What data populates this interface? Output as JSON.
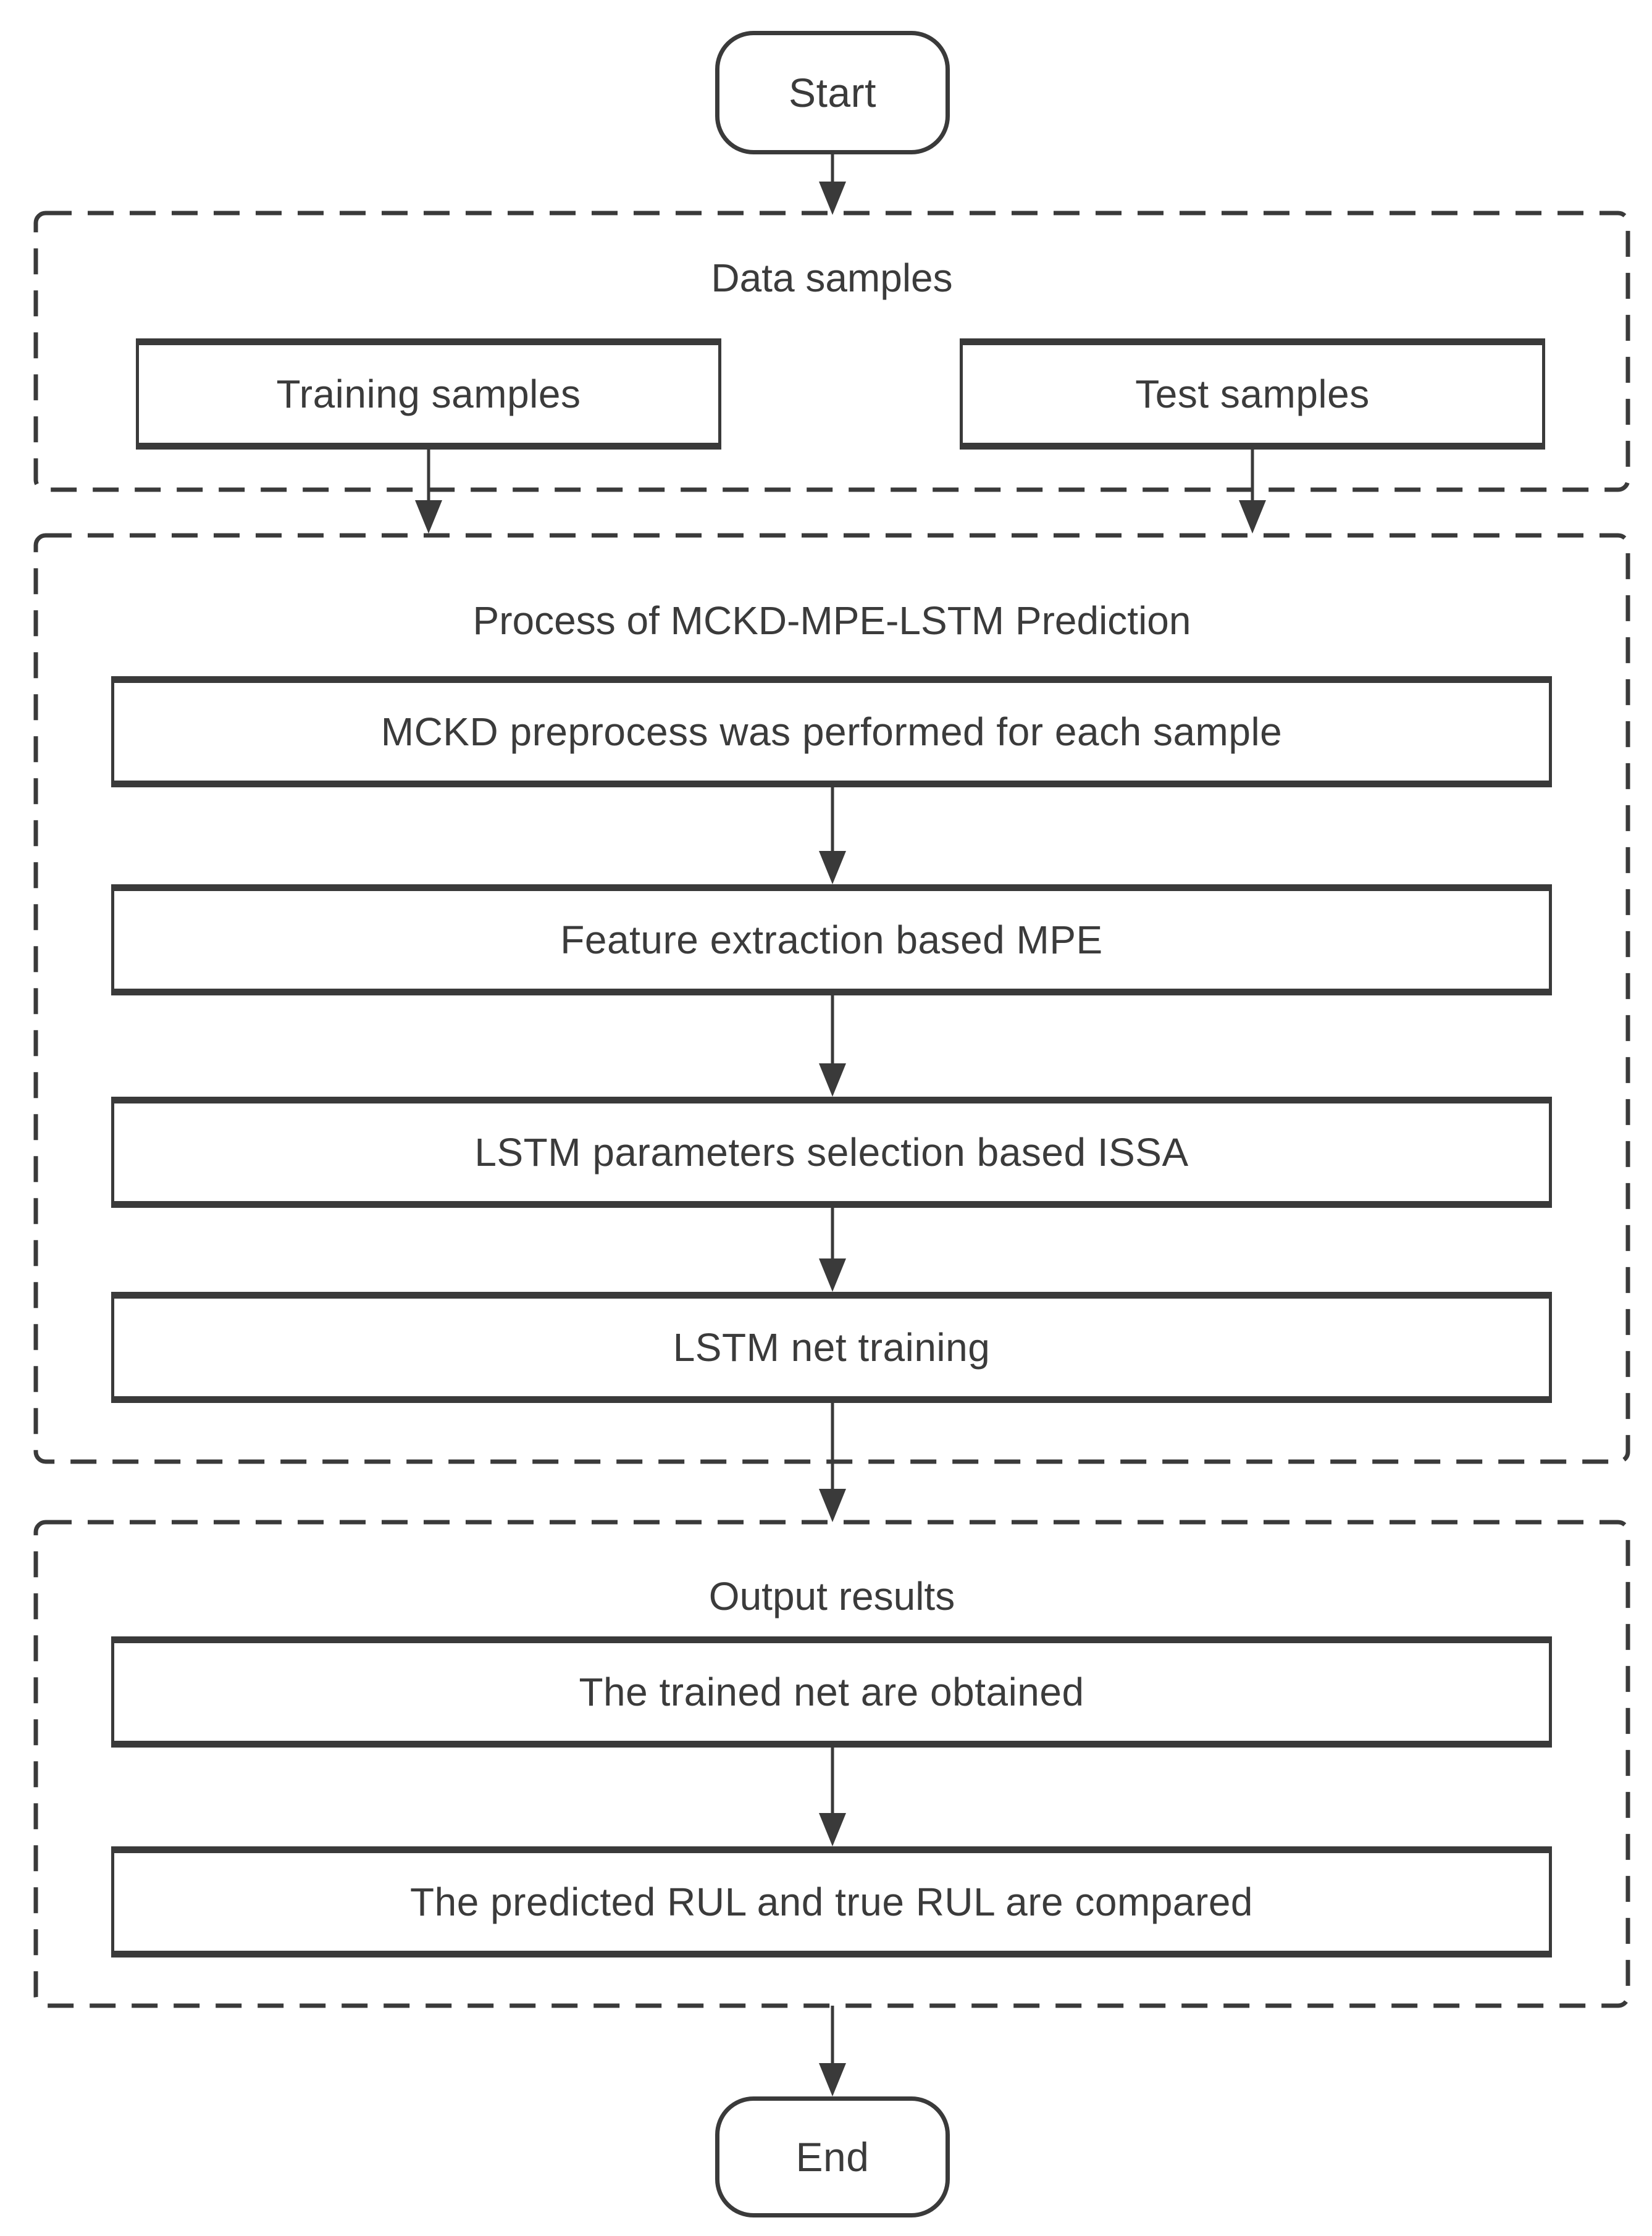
{
  "diagram": {
    "type": "flowchart",
    "start_label": "Start",
    "end_label": "End",
    "containers": [
      {
        "title": "Data samples",
        "boxes": [
          "Training samples",
          "Test samples"
        ]
      },
      {
        "title": "Process of MCKD-MPE-LSTM Prediction",
        "boxes": [
          "MCKD preprocess was performed for each sample",
          "Feature extraction based MPE",
          "LSTM parameters selection based ISSA",
          "LSTM net training"
        ]
      },
      {
        "title": "Output results",
        "boxes": [
          "The trained net are obtained",
          "The predicted RUL and true RUL are compared"
        ]
      }
    ],
    "colors": {
      "line": "#3a3a3a",
      "text": "#3b3b3b",
      "background": "#ffffff"
    }
  }
}
